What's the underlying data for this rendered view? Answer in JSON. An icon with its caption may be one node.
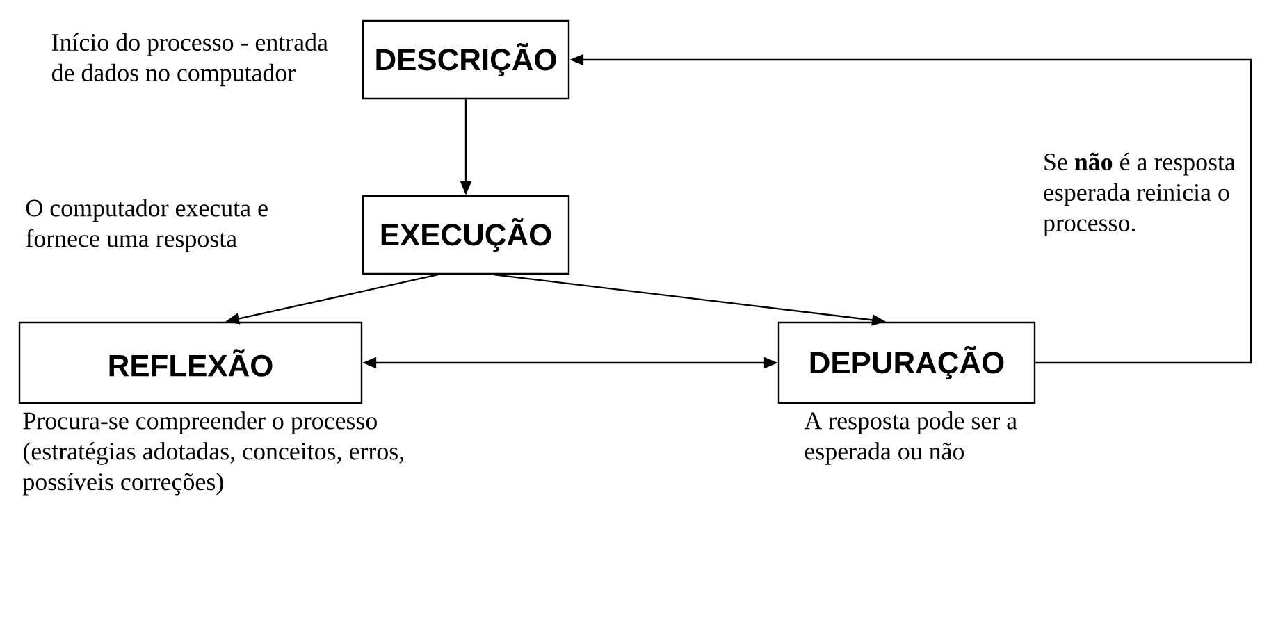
{
  "diagram": {
    "nodes": [
      {
        "text": [
          "DESCRIÇÃO"
        ],
        "beside": [
          "Início do processo - entrada de dados no computador"
        ]
      },
      {
        "text": [
          "EXECUÇÃO"
        ],
        "beside": [
          "O computador executa e fornece uma resposta"
        ]
      },
      {
        "text": [
          "REFLEXÃO"
        ],
        "beside": [
          "Procura-se compreender o processo (estratégias adotadas, conceitos, erros, possíveis correções)"
        ]
      },
      {
        "text": [
          "DEPURAÇÃO"
        ],
        "beside": [
          "A resposta pode ser a esperada ou não"
        ]
      }
    ],
    "edges": [
      {
        "from": 0,
        "to": 1,
        "arrow": "to"
      },
      {
        "from": 1,
        "to": 2,
        "arrow": "to"
      },
      {
        "from": 1,
        "to": 3,
        "arrow": "to"
      },
      {
        "from": 2,
        "to": 3,
        "arrow": "both"
      },
      {
        "from": 3,
        "to": 0,
        "arrow": "to",
        "label": "Se **não** é a resposta esperada reinicia o processo."
      }
    ]
  }
}
